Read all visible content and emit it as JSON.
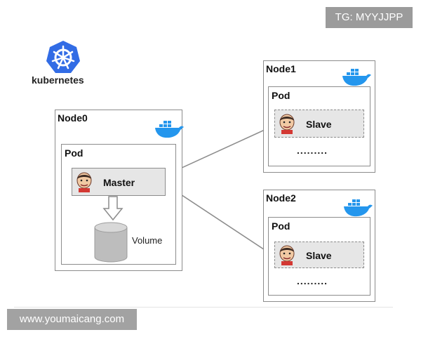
{
  "watermarks": {
    "tg": "TG: MYYJJPP",
    "site": "www.youmaicang.com"
  },
  "logo": {
    "wordmark": "kubernetes"
  },
  "nodes": [
    {
      "title": "Node0",
      "pod_title": "Pod",
      "container_label": "Master"
    },
    {
      "title": "Node1",
      "pod_title": "Pod",
      "container_label": "Slave",
      "more": "........."
    },
    {
      "title": "Node2",
      "pod_title": "Pod",
      "container_label": "Slave",
      "more": "........."
    }
  ],
  "volume": {
    "label": "Volume"
  },
  "colors": {
    "border": "#8c8c8c",
    "box_fill": "#e6e6e6",
    "k8s_blue": "#326ce5",
    "docker_blue": "#2496ed",
    "badge_gray": "#9b9b9b"
  },
  "icons": [
    "kubernetes-logo-icon",
    "docker-whale-icon",
    "jenkins-icon",
    "database-cylinder-icon",
    "arrow-down-icon"
  ]
}
